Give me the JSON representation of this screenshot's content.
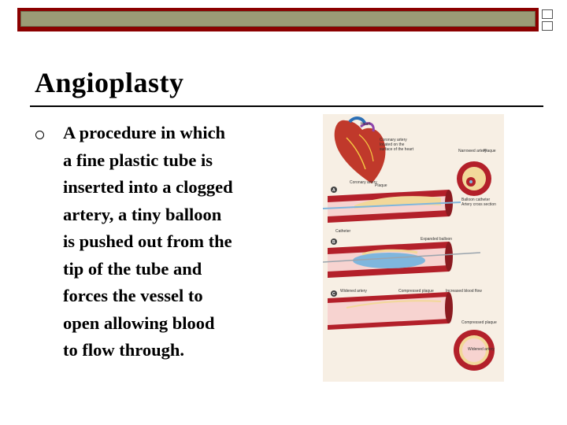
{
  "slide": {
    "title": "Angioplasty",
    "bullets": [
      {
        "lines": [
          "A procedure in which",
          "a fine plastic tube is",
          "inserted into a clogged",
          "artery, a tiny balloon",
          "is pushed out from the",
          "tip of the tube and",
          "forces the vessel to",
          "open allowing blood",
          "to flow through."
        ]
      }
    ]
  },
  "figure": {
    "labels": {
      "heart": "Heart",
      "coronary_artery_callout": "Coronary artery located on the surface of the heart",
      "narrowed_artery": "Narrowed artery",
      "plaque": "Plaque",
      "coronary_artery": "Coronary artery",
      "plaque2": "Plaque",
      "balloon_catheter": "Balloon catheter",
      "artery_cross_section": "Artery cross section",
      "catheter": "Catheter",
      "expanded_balloon": "Expanded balloon",
      "widened_artery": "Widened artery",
      "compressed_plaque": "Compressed plaque",
      "increased_blood_flow": "Increased blood flow",
      "compressed_plaque2": "Compressed plaque",
      "widened_artery2": "Widened artery"
    },
    "steps": [
      "A",
      "B",
      "C"
    ]
  },
  "colors": {
    "top_bar": "#8b0000",
    "top_bar_inner": "#9b9b76",
    "artery": "#b3202a",
    "plaque": "#f2d89a",
    "balloon": "#7fb6dd"
  }
}
